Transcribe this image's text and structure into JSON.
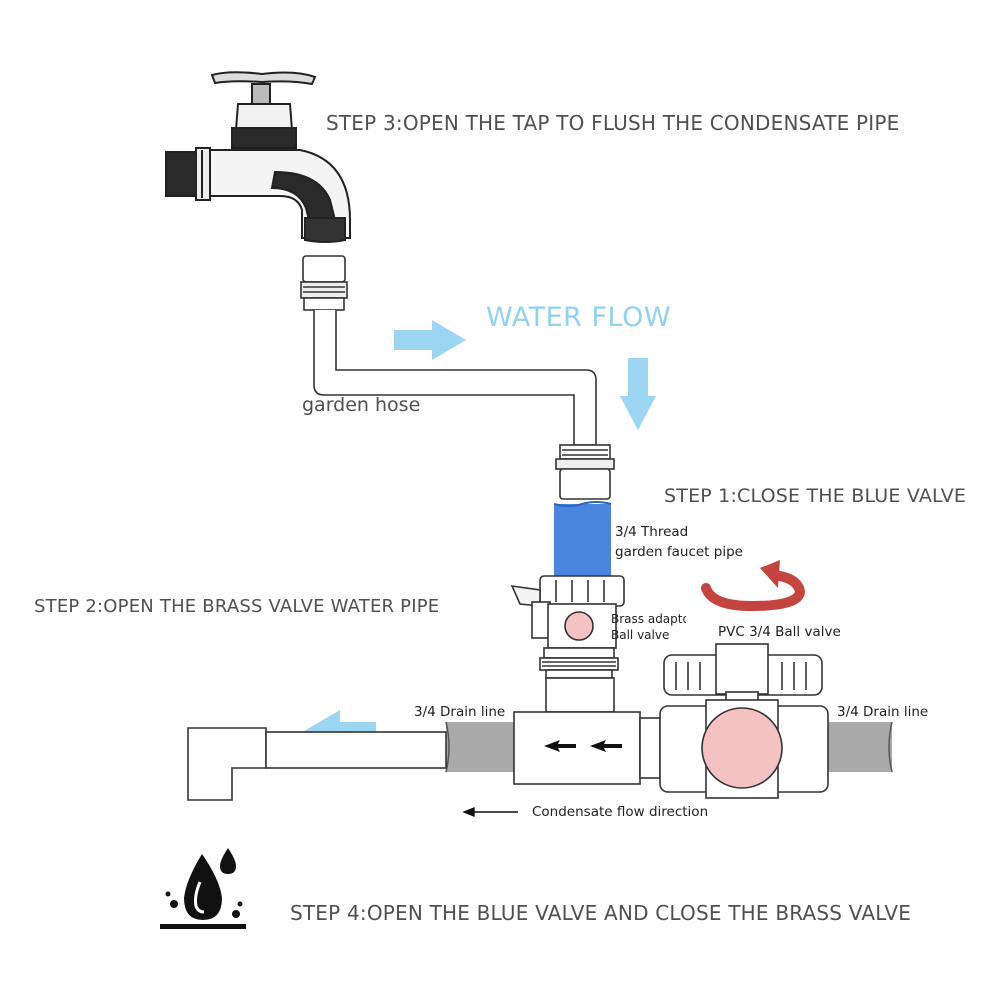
{
  "steps": {
    "step3": "STEP 3:OPEN THE TAP TO FLUSH THE CONDENSATE PIPE",
    "step1": "STEP 1:CLOSE THE BLUE VALVE",
    "step2": "STEP 2:OPEN THE BRASS VALVE WATER PIPE",
    "step4": "STEP 4:OPEN THE BLUE VALVE AND CLOSE THE BRASS VALVE"
  },
  "labels": {
    "water_flow": "WATER FLOW",
    "garden_hose": "garden hose",
    "thread_line1": "3/4 Thread",
    "thread_line2": "garden faucet pipe",
    "brass_line1": "Brass adaptor",
    "brass_line2": "Ball valve",
    "pvc_valve": "PVC 3/4 Ball valve",
    "drain_left": "3/4 Drain line",
    "drain_right": "3/4 Drain line",
    "condensate_flow": "Condensate flow direction"
  },
  "colors": {
    "arrow_blue": "#9dd6f3",
    "blue_pipe": "#4a86e0",
    "rotate_red": "#c4453f",
    "valve_pink": "#f4c2c2",
    "drain_gray": "#a9a9a9",
    "text_gray": "#505050"
  },
  "icons": [
    "faucet-icon",
    "hose-coupling-icon",
    "tee-fitting-icon",
    "ball-valve-icon",
    "water-drops-icon",
    "rotate-arrow-icon"
  ]
}
